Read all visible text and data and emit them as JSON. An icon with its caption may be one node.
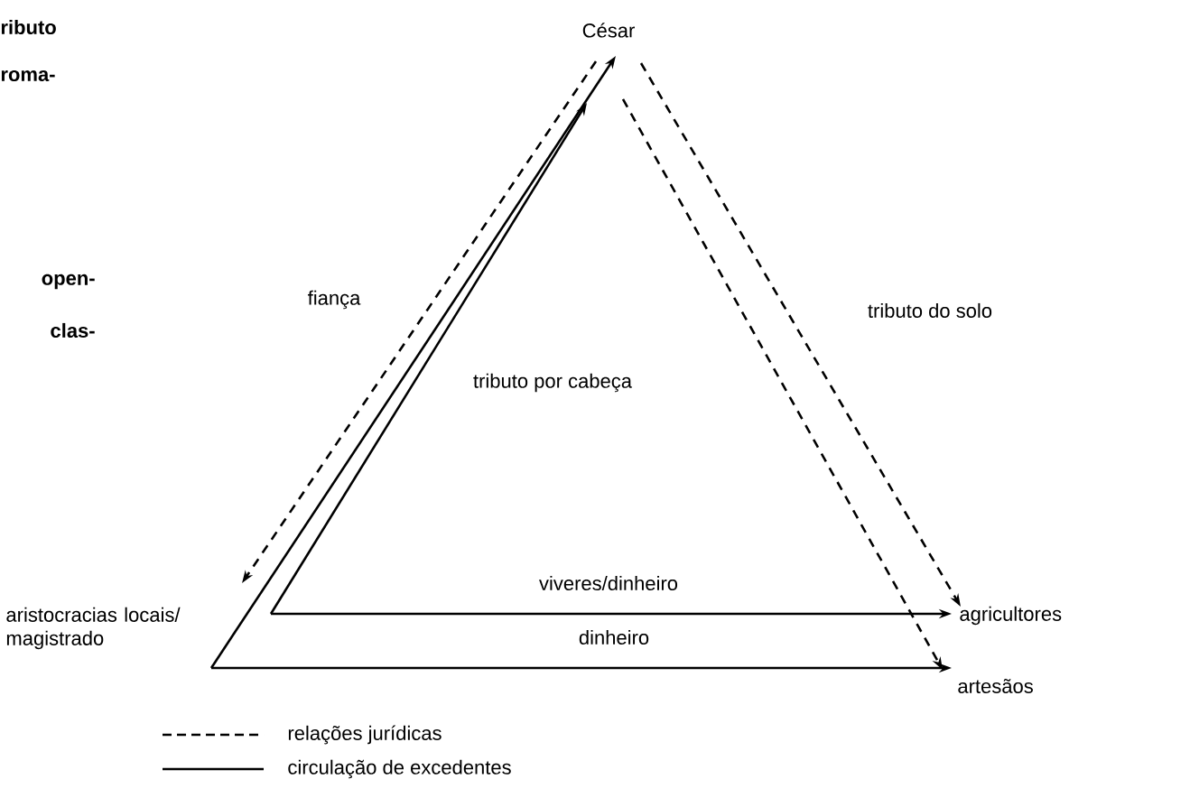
{
  "diagram": {
    "nodes": [
      {
        "text": [
          "César"
        ]
      },
      {
        "text": [
          "aristocracias locais/ magistrado"
        ]
      },
      {
        "text": [
          "agricultores"
        ]
      },
      {
        "text": [
          "artesãos"
        ]
      }
    ],
    "edges": [
      {
        "from": 0,
        "to": 1,
        "arrow": "to",
        "style": "dashed",
        "label": "fiança"
      },
      {
        "from": 1,
        "to": 0,
        "arrow": "to",
        "label": "tributo por cabeça"
      },
      {
        "from": 1,
        "to": 0,
        "arrow": "to"
      },
      {
        "from": 0,
        "to": 2,
        "arrow": "to",
        "style": "dashed",
        "label": "tributo do solo"
      },
      {
        "from": 0,
        "to": 3,
        "arrow": "to",
        "style": "dashed"
      },
      {
        "from": 1,
        "to": 2,
        "arrow": "to",
        "label": "viveres/dinheiro"
      },
      {
        "from": 1,
        "to": 3,
        "arrow": "to",
        "label": "dinheiro"
      }
    ],
    "labels": [
      "ributo",
      "roma-",
      "open-",
      "clas-"
    ],
    "legend": [
      {
        "text": "relações jurídicas"
      },
      {
        "text": "circulação de excedentes"
      }
    ]
  }
}
